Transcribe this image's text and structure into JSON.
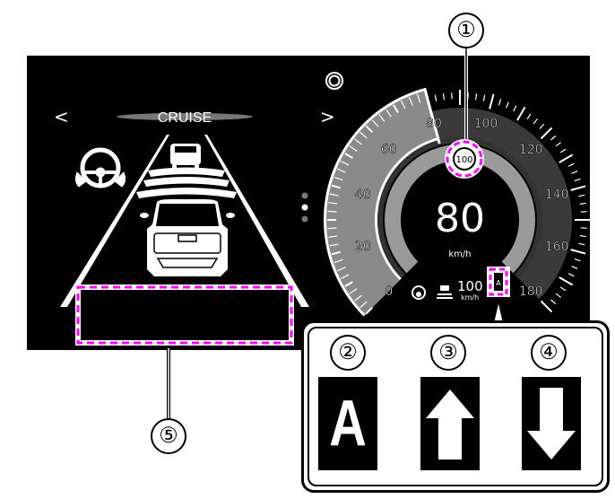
{
  "display": {
    "mode_label": "CRUISE",
    "nav_prev": "<",
    "nav_next": ">",
    "current_speed": "80",
    "speed_unit": "km/h",
    "set_speed": "100",
    "set_speed_unit": "km/h",
    "speed_limit_sign": "100",
    "indicator_letter": "A",
    "gauge": {
      "min": 0,
      "max": 180,
      "current": 80,
      "tick_labels": [
        "0",
        "20",
        "40",
        "60",
        "80",
        "100",
        "120",
        "140",
        "160",
        "180"
      ]
    }
  },
  "callouts": {
    "c1": "①",
    "c2": "②",
    "c3": "③",
    "c4": "④",
    "c5": "⑤"
  },
  "legend": {
    "tile_a": "A",
    "tile_up": "arrow-up-icon",
    "tile_down": "arrow-down-icon"
  },
  "colors": {
    "highlight": "#ff00ff",
    "panel": "#000000",
    "gauge_light": "#8a8a8a",
    "gauge_dark": "#3a3a3a"
  }
}
